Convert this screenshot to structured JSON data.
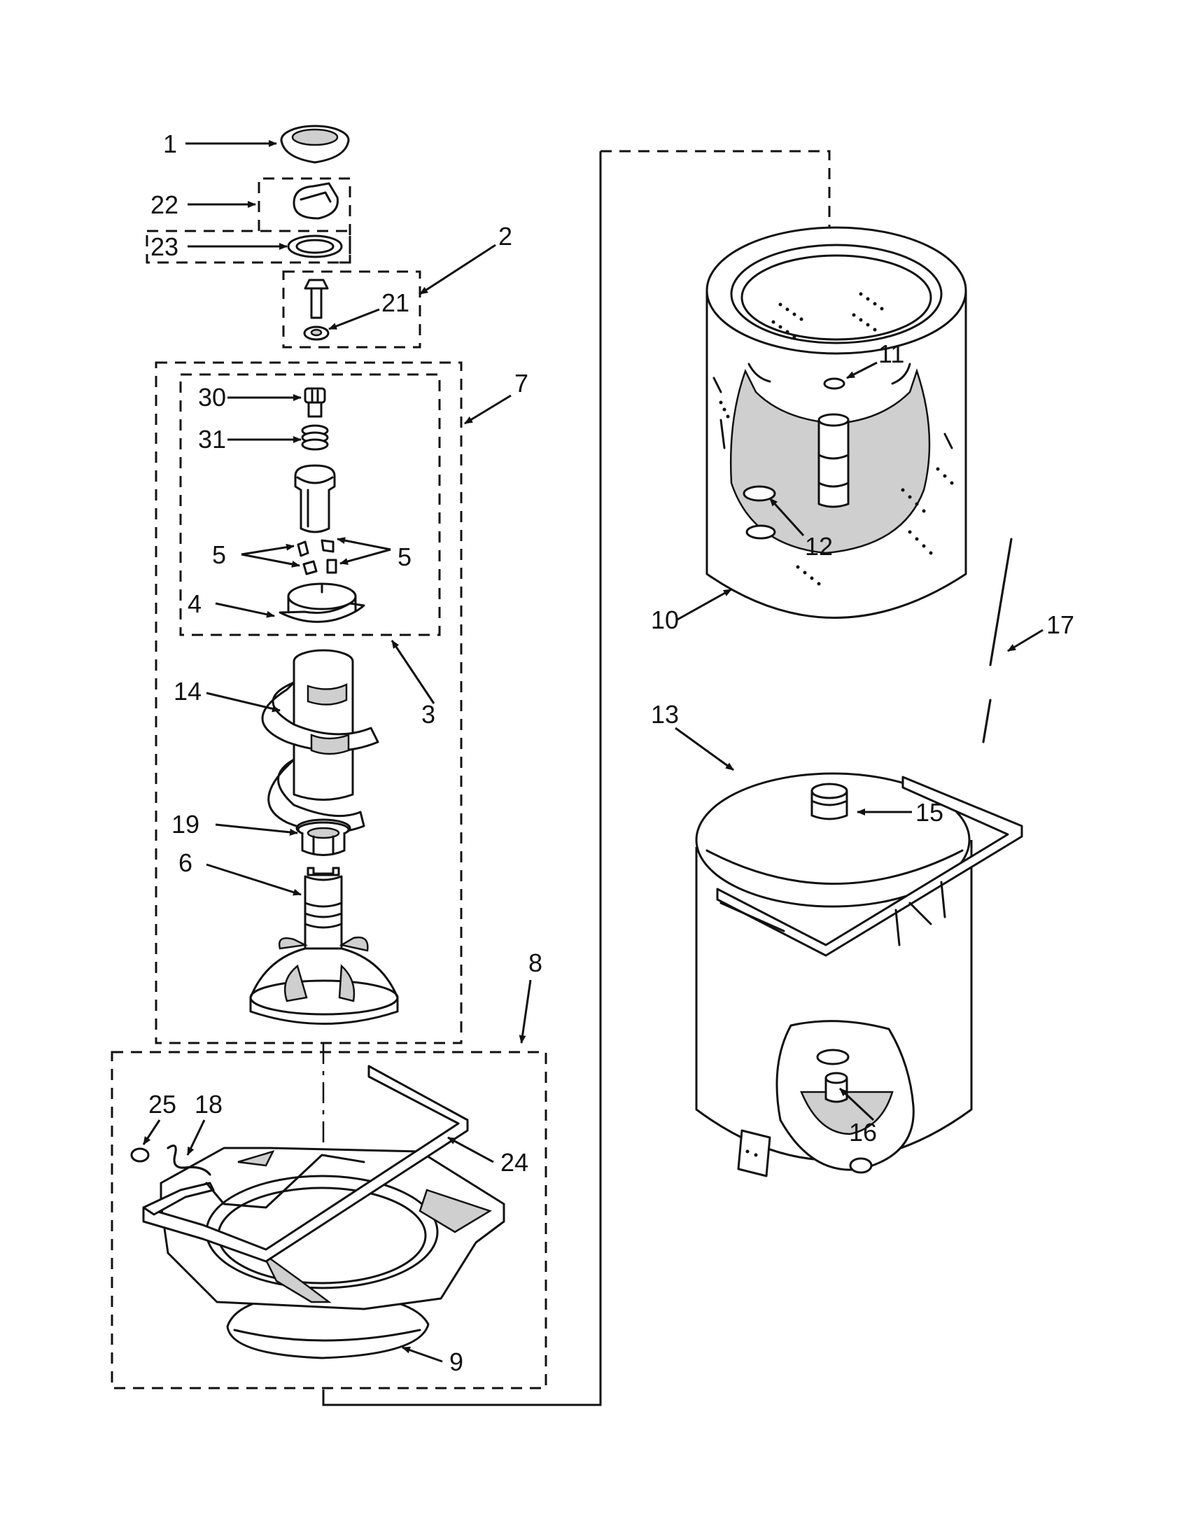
{
  "diagram": {
    "callouts": [
      "1",
      "22",
      "23",
      "2",
      "21",
      "7",
      "30",
      "31",
      "5",
      "5",
      "4",
      "3",
      "14",
      "19",
      "6",
      "8",
      "25",
      "18",
      "24",
      "9",
      "10",
      "11",
      "12",
      "17",
      "13",
      "15",
      "16"
    ]
  },
  "colors": {
    "ink": "#111111",
    "paper": "#ffffff",
    "shade": "#cfcfcf"
  }
}
